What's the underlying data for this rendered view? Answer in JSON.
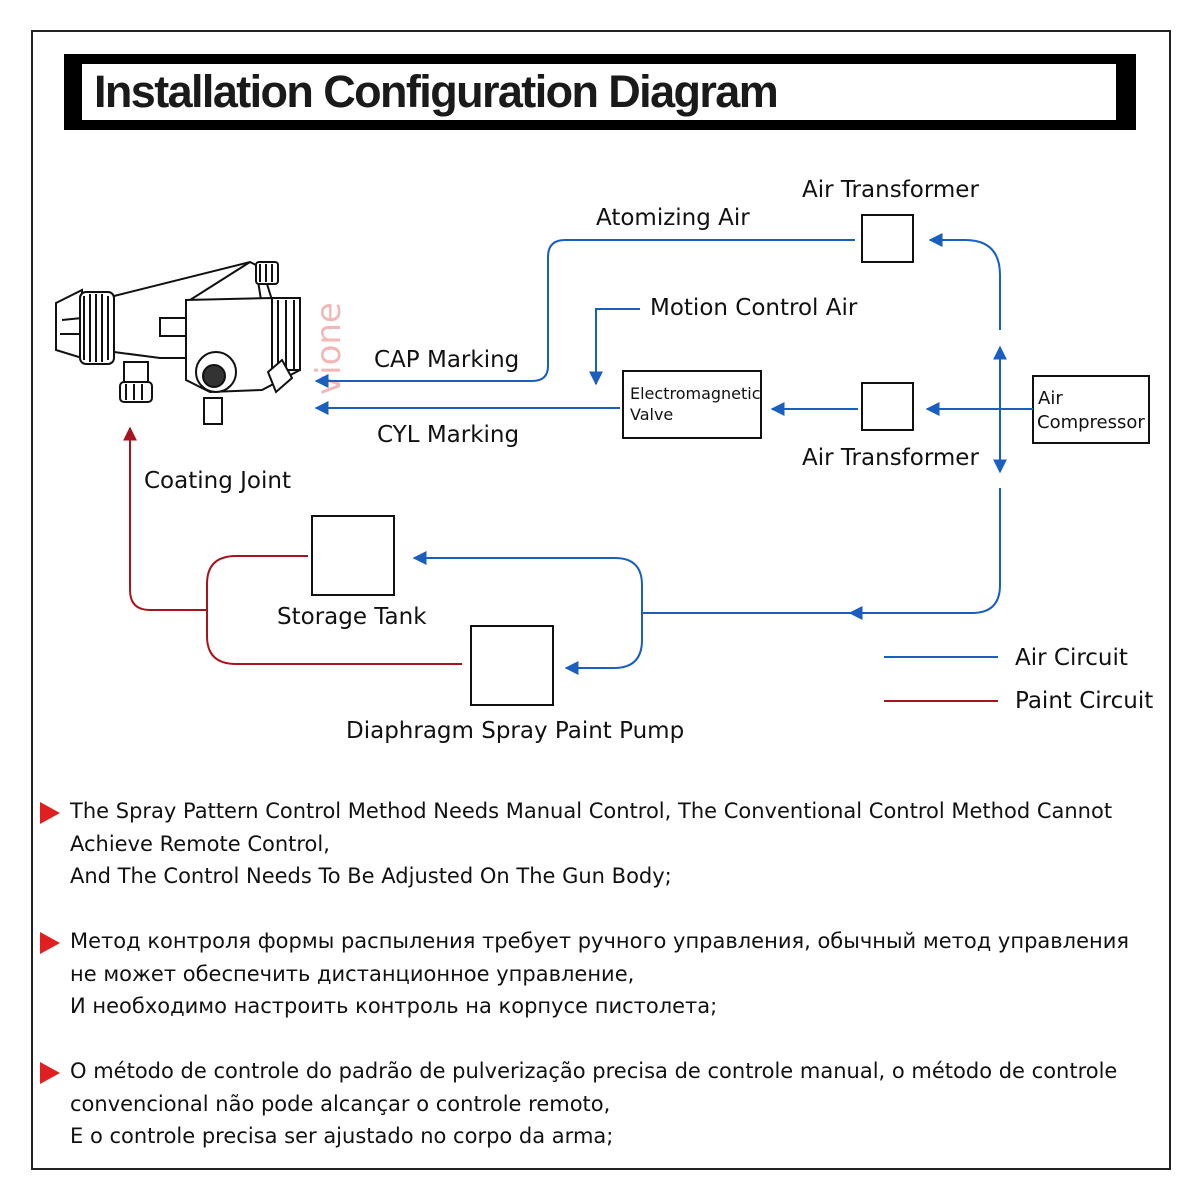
{
  "title": "Installation Configuration Diagram",
  "watermark": "vione",
  "labels": {
    "air_transformer_top": "Air Transformer",
    "atomizing_air": "Atomizing Air",
    "motion_control_air": "Motion Control Air",
    "cap_marking": "CAP Marking",
    "cyl_marking": "CYL Marking",
    "electromagnetic_valve_line1": "Electromagnetic",
    "electromagnetic_valve_line2": "Valve",
    "air_transformer_bottom": "Air Transformer",
    "air_compressor_line1": "Air",
    "air_compressor_line2": "Compressor",
    "coating_joint": "Coating Joint",
    "storage_tank": "Storage Tank",
    "diaphragm_pump": "Diaphragm Spray Paint Pump"
  },
  "legend": {
    "air_circuit": "Air Circuit",
    "paint_circuit": "Paint Circuit"
  },
  "colors": {
    "air": "#1a5fc0",
    "paint": "#a8141e",
    "bullet": "#e02020"
  },
  "notes": [
    {
      "lines": [
        "The Spray Pattern Control Method Needs Manual Control, The Conventional Control Method Cannot",
        "Achieve Remote Control,",
        "And The Control Needs To Be Adjusted On The Gun Body;"
      ]
    },
    {
      "lines": [
        "Метод контроля формы распыления требует ручного управления, обычный метод управления",
        "не может обеспечить дистанционное управление,",
        "И необходимо настроить контроль на корпусе пистолета;"
      ]
    },
    {
      "lines": [
        "O método de controle do padrão de pulverização precisa de controle manual, o método de controle",
        "convencional não pode alcançar o controle remoto,",
        "E o controle precisa ser ajustado no corpo da arma;"
      ]
    }
  ]
}
